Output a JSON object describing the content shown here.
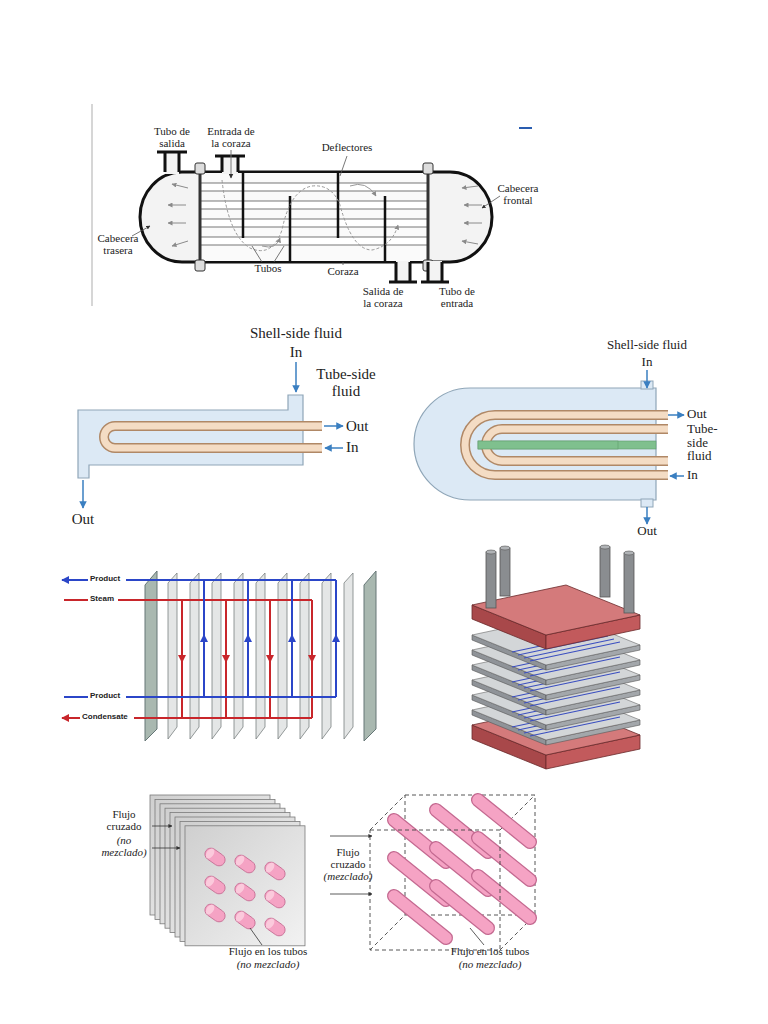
{
  "diagram": {
    "labels": [
      "Tubo de salida",
      "Entrada de la coraza",
      "Deflectores",
      "Cabecera frontal",
      "Cabecera trasera",
      "Tubos",
      "Coraza",
      "Salida de la coraza",
      "Tubo de entrada",
      "Shell-side fluid",
      "In",
      "Tube-side fluid",
      "Out",
      "In",
      "Out",
      "Shell-side fluid",
      "In",
      "Out",
      "Tube-side fluid",
      "In",
      "Out",
      "Product",
      "Steam",
      "Product",
      "Condensate",
      "Flujo cruzado",
      "(no mezclado)",
      "Flujo en los tubos",
      "(no mezclado)",
      "Flujo cruzado",
      "(mezclado)",
      "Flujo en los tubos",
      "(no mezclado)"
    ]
  }
}
